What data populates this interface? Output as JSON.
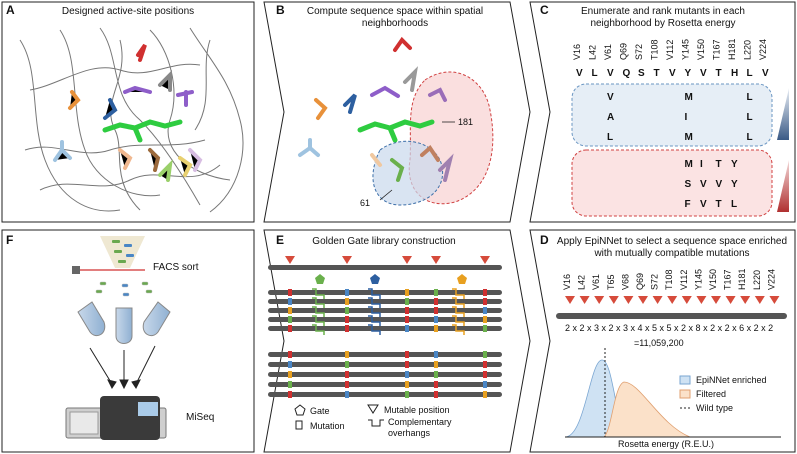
{
  "panels": {
    "A": {
      "label": "A",
      "title": "Designed active-site positions"
    },
    "B": {
      "label": "B",
      "title_line1": "Compute sequence space within spatial",
      "title_line2": "neighborhoods",
      "callout_181": "181",
      "callout_61": "61"
    },
    "C": {
      "label": "C",
      "title_line1": "Enumerate and rank mutants in each",
      "title_line2": "neighborhood by Rosetta energy",
      "positions": [
        "V16",
        "L42",
        "V61",
        "Q69",
        "S72",
        "T108",
        "V112",
        "Y145",
        "V150",
        "T167",
        "H181",
        "L220",
        "V224"
      ],
      "wt_letters": [
        "V",
        "L",
        "V",
        "Q",
        "S",
        "T",
        "V",
        "Y",
        "V",
        "T",
        "H",
        "L",
        "V"
      ],
      "blue_rows": [
        [
          "V",
          "M",
          "L"
        ],
        [
          "A",
          "I",
          "L"
        ],
        [
          "L",
          "M",
          "L"
        ]
      ],
      "red_rows": [
        [
          "M",
          "I",
          "T",
          "Y"
        ],
        [
          "S",
          "V",
          "V",
          "Y"
        ],
        [
          "F",
          "V",
          "T",
          "L"
        ]
      ]
    },
    "D": {
      "label": "D",
      "title_line1": "Apply EpiNNet to select a sequence space enriched",
      "title_line2": "with mutually compatible mutations",
      "positions": [
        "V16",
        "L42",
        "V61",
        "T65",
        "V68",
        "Q69",
        "S72",
        "T108",
        "V112",
        "Y145",
        "V150",
        "T167",
        "H181",
        "L220",
        "V224"
      ],
      "multiplier_text": "2 x 2 x 3 x 2 x 3 x 4 x 5 x 5 x 2 x 8 x 2 x 2 x 6 x 2 x 2",
      "total": "=11,059,200",
      "xlabel": "Rosetta energy (R.E.U.)",
      "legend": {
        "enriched": "EpiNNet enriched",
        "filtered": "Filtered",
        "wildtype": "Wild type"
      },
      "colors": {
        "enriched": "#cfe2f3",
        "filtered": "#fbe1c9"
      }
    },
    "E": {
      "label": "E",
      "title": "Golden Gate library construction",
      "legend": {
        "gate": "Gate",
        "mutation": "Mutation",
        "mutable": "Mutable position",
        "overhang_line1": "Complementary",
        "overhang_line2": "overhangs"
      }
    },
    "F": {
      "label": "F",
      "facs": "FACS sort",
      "miseq": "MiSeq"
    }
  }
}
